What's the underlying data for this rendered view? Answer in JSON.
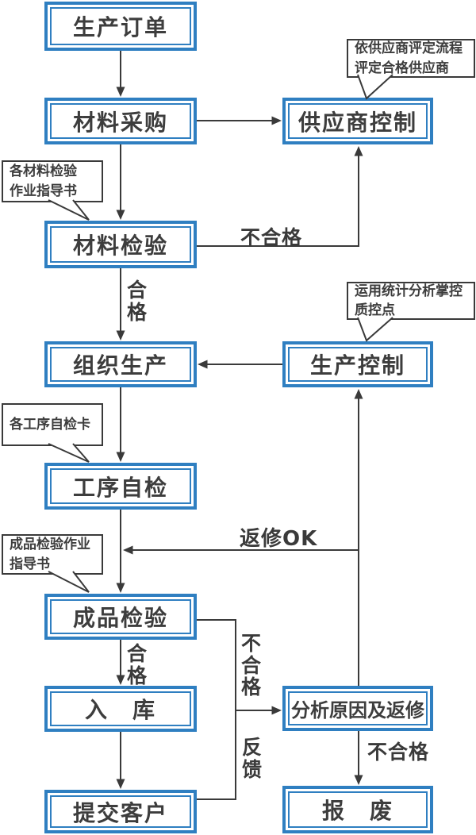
{
  "colors": {
    "box_border_blue": "#2f7fc1",
    "line_dark": "#3a3a3a",
    "text_dark": "#3d3d3d",
    "background": "#ffffff"
  },
  "boxes": {
    "production_order": "生产订单",
    "material_purchase": "材料采购",
    "supplier_control": "供应商控制",
    "material_inspection": "材料检验",
    "organize_production": "组织生产",
    "production_control": "生产控制",
    "process_self_check": "工序自检",
    "finished_inspection": "成品检验",
    "warehousing": "入　库",
    "analyze_repair": "分析原因及返修",
    "submit_customer": "提交客户",
    "scrap": "报　废"
  },
  "callouts": {
    "supplier_evaluation": "依供应商评定流程\n评定合格供应商",
    "material_inspection_instructions": "各材料检验\n作业指导书",
    "statistical_analysis": "运用统计分析掌控\n质控点",
    "self_check_card": "各工序自检卡",
    "finished_inspection_instructions": "成品检验作业\n指导书"
  },
  "edge_labels": {
    "material_unqualified": "不合格",
    "material_qualified": "合格",
    "repair_ok": "返修OK",
    "finished_qualified": "合格",
    "finished_unqualified": "不合格",
    "feedback": "反馈",
    "repair_unqualified": "不合格"
  }
}
